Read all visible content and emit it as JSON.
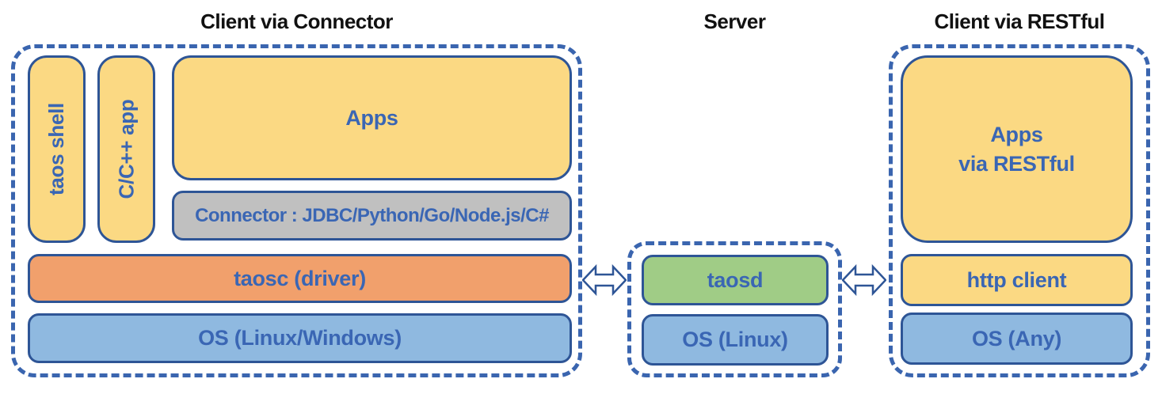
{
  "sections": {
    "left": {
      "title": "Client via Connector",
      "taos_shell": "taos shell",
      "cpp_app": "C/C++ app",
      "apps": "Apps",
      "connector": "Connector : JDBC/Python/Go/Node.js/C#",
      "taosc": "taosc (driver)",
      "os": "OS (Linux/Windows)"
    },
    "server": {
      "title": "Server",
      "taosd": "taosd",
      "os": "OS (Linux)"
    },
    "right": {
      "title": "Client via RESTful",
      "apps_line1": "Apps",
      "apps_line2": "via RESTful",
      "http_client": "http client",
      "os": "OS (Any)"
    }
  },
  "colors": {
    "section_outline": "#3A65AF",
    "box_border": "#2E5596",
    "label_text": "#3A66B4",
    "title_text": "#111111",
    "yellow_fill": "#FBD983",
    "gray_fill": "#C0C0C0",
    "orange_fill": "#F1A06C",
    "blue_fill": "#8FB9E0",
    "green_fill": "#A0CC86",
    "arrow_fill": "#FFFFFF"
  }
}
